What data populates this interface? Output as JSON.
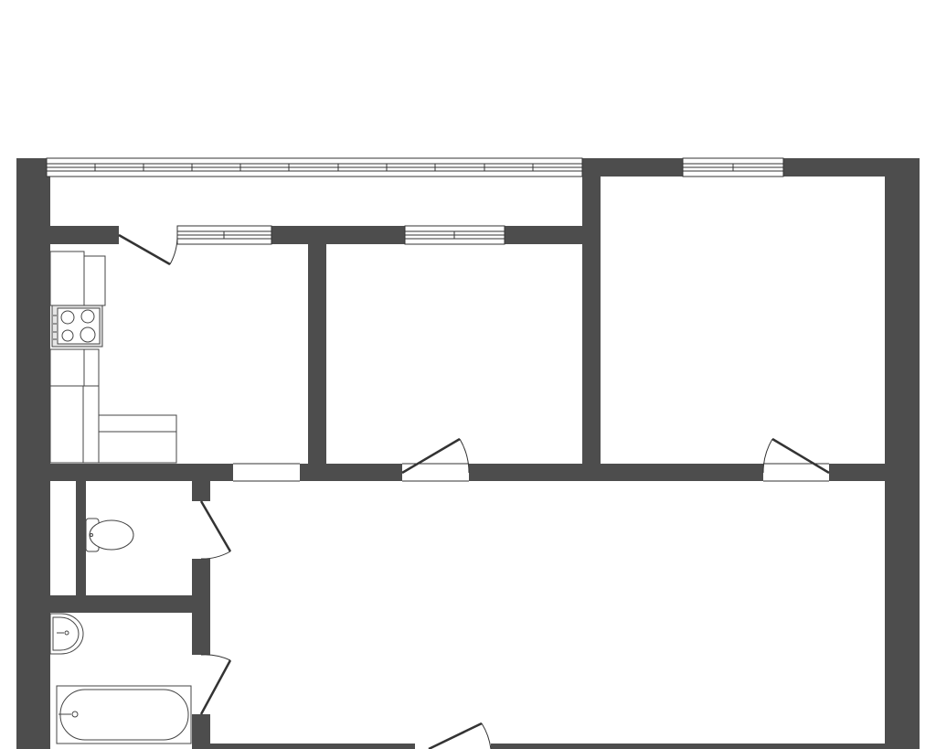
{
  "plan": {
    "wall_color": "#4d4d4d",
    "line_color": "#333333",
    "fixture_color": "#444444",
    "fill_color": "#ffffff"
  },
  "elements": {
    "walls": [
      "exterior-walls",
      "balcony-partition",
      "interior-partitions"
    ],
    "windows": [
      "balcony-glazing",
      "kitchen-window",
      "room-window-middle",
      "room-window-right"
    ],
    "doors": [
      "balcony-door",
      "room-door-middle",
      "room-door-right",
      "toilet-door",
      "bathroom-door",
      "entrance-door"
    ],
    "fixtures": [
      "kitchen-counter",
      "stove",
      "toilet",
      "washbasin",
      "bathtub"
    ]
  }
}
